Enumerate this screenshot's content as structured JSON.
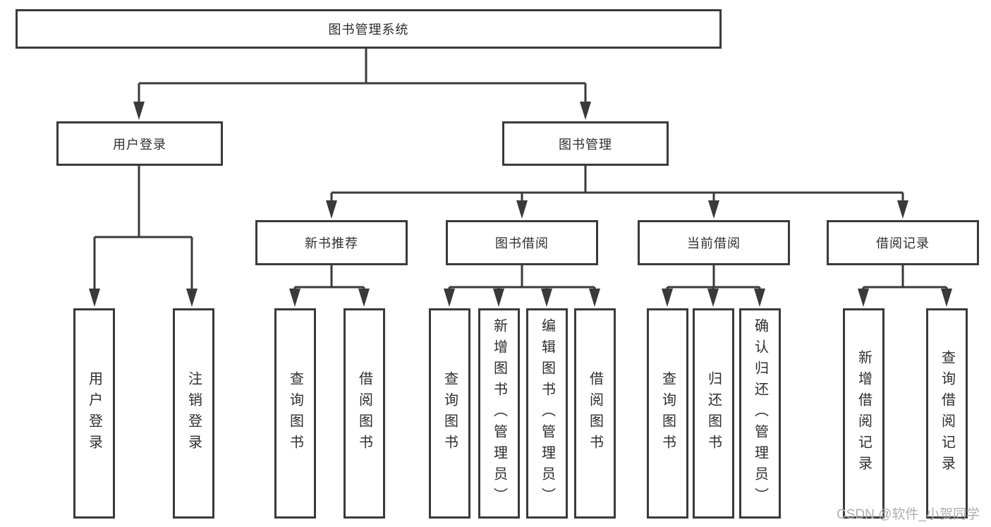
{
  "tree": {
    "root": {
      "label": "图书管理系统"
    },
    "branches": [
      {
        "label": "用户登录",
        "children": [
          {
            "label": "用户登录"
          },
          {
            "label": "注销登录"
          }
        ]
      },
      {
        "label": "图书管理",
        "groups": [
          {
            "label": "新书推荐",
            "children": [
              {
                "label": "查询图书"
              },
              {
                "label": "借阅图书"
              }
            ]
          },
          {
            "label": "图书借阅",
            "children": [
              {
                "label": "查询图书"
              },
              {
                "label": "新增图书（管理员）"
              },
              {
                "label": "编辑图书（管理员）"
              },
              {
                "label": "借阅图书"
              }
            ]
          },
          {
            "label": "当前借阅",
            "children": [
              {
                "label": "查询图书"
              },
              {
                "label": "归还图书"
              },
              {
                "label": "确认归还（管理员）"
              }
            ]
          },
          {
            "label": "借阅记录",
            "children": [
              {
                "label": "新增借阅记录"
              },
              {
                "label": "查询借阅记录"
              }
            ]
          }
        ]
      }
    ]
  },
  "watermark": {
    "text": "CSDN @软件_小贺同学"
  },
  "colors": {
    "line": "#3a3a3a",
    "text": "#2e2e2e",
    "box_background": "#ffffff",
    "page_background": "#ffffff",
    "watermark": "#aeaeae"
  }
}
